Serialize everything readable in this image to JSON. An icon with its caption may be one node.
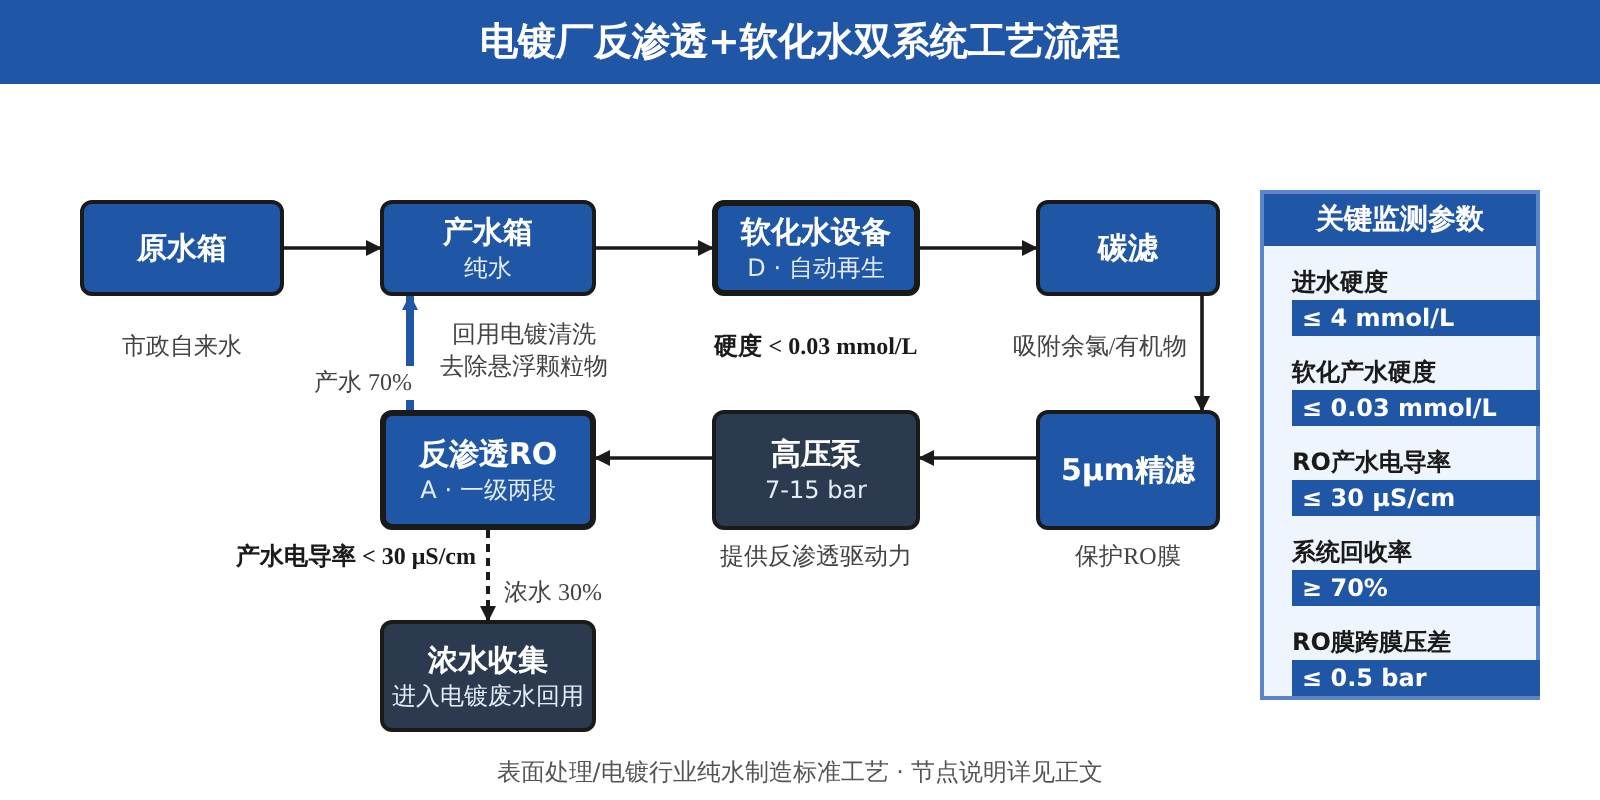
{
  "diagram": {
    "title": "电镀厂反渗透+软化水双系统工艺流程",
    "caption": "表面处理/电镀行业纯水制造标准工艺 · 节点说明详见正文",
    "nodes": [
      {
        "text": [
          "原水箱"
        ],
        "beside": [
          "市政自来水"
        ]
      },
      {
        "text": [
          "产水箱",
          "纯水"
        ],
        "beside": [
          "回用电镀清洗",
          "去除悬浮颗粒物"
        ]
      },
      {
        "text": [
          "软化水设备",
          "D · 自动再生"
        ],
        "beside": [
          "硬度 < 0.03 mmol/L"
        ]
      },
      {
        "text": [
          "碳滤"
        ],
        "beside": [
          "吸附余氯/有机物"
        ]
      },
      {
        "text": [
          "5μm精滤"
        ],
        "beside": [
          "保护RO膜"
        ]
      },
      {
        "text": [
          "高压泵",
          "7-15 bar"
        ],
        "beside": [
          "提供反渗透驱动力"
        ]
      },
      {
        "text": [
          "反渗透RO",
          "A · 一级两段"
        ],
        "beside": [
          "产水电导率 < 30 μS/cm"
        ]
      },
      {
        "text": [
          "浓水收集",
          "进入电镀废水回用"
        ]
      },
      {
        "text": [
          "关键监测参数"
        ]
      }
    ],
    "edges": [
      {
        "from": 0,
        "to": 1,
        "arrow": "to"
      },
      {
        "from": 1,
        "to": 2,
        "arrow": "to"
      },
      {
        "from": 2,
        "to": 3,
        "arrow": "to"
      },
      {
        "from": 3,
        "to": 4,
        "arrow": "to"
      },
      {
        "from": 4,
        "to": 5,
        "arrow": "to"
      },
      {
        "from": 5,
        "to": 6,
        "arrow": "to"
      },
      {
        "from": 6,
        "to": 1,
        "arrow": "to",
        "label": "产水 70%",
        "style": "thick",
        "color": "#1f56a6"
      },
      {
        "from": 6,
        "to": 7,
        "arrow": "to",
        "label": "浓水 30%",
        "style": "dashed"
      }
    ],
    "labels": [
      "进水硬度",
      "≤ 4 mmol/L",
      "软化产水硬度",
      "≤ 0.03 mmol/L",
      "RO产水电导率",
      "≤ 30 μS/cm",
      "系统回收率",
      "≥ 70%",
      "RO膜跨膜压差",
      "≤ 0.5 bar"
    ]
  }
}
